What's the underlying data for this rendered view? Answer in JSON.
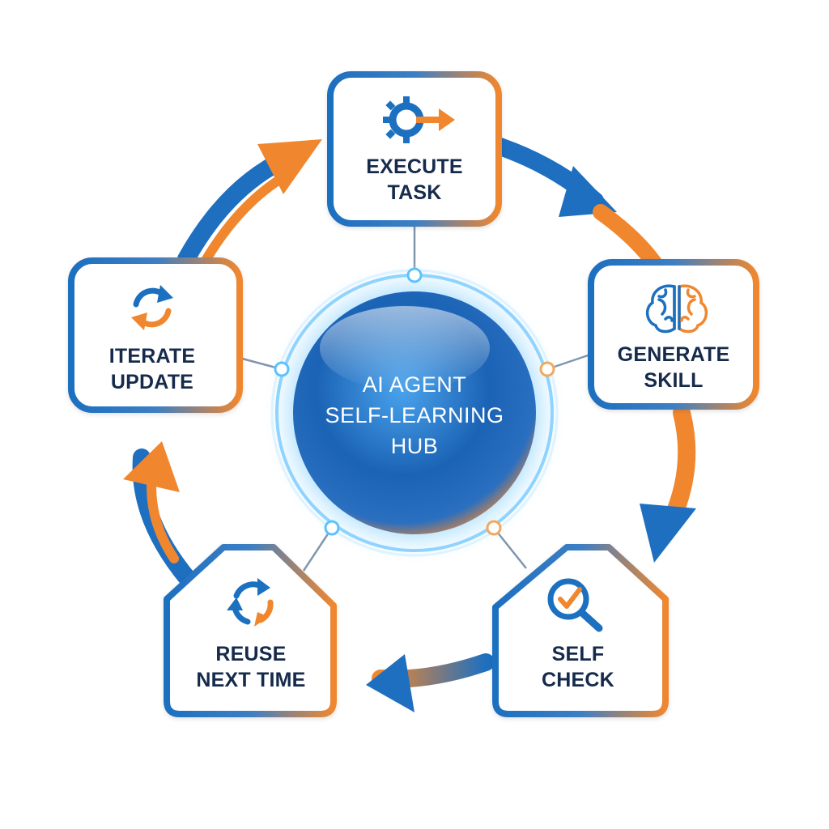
{
  "hub": {
    "lines": [
      "AI AGENT",
      "SELF-LEARNING",
      "HUB"
    ]
  },
  "nodes": [
    {
      "id": "execute-task",
      "lines": [
        "EXECUTE",
        "TASK"
      ],
      "icon": "gear-arrow-icon"
    },
    {
      "id": "generate-skill",
      "lines": [
        "GENERATE",
        "SKILL"
      ],
      "icon": "brain-icon"
    },
    {
      "id": "self-check",
      "lines": [
        "SELF",
        "CHECK"
      ],
      "icon": "magnifier-check-icon"
    },
    {
      "id": "reuse-next-time",
      "lines": [
        "REUSE",
        "NEXT TIME"
      ],
      "icon": "recycle-arrows-icon"
    },
    {
      "id": "iterate-update",
      "lines": [
        "ITERATE",
        "UPDATE"
      ],
      "icon": "refresh-arrows-icon"
    }
  ],
  "colors": {
    "blue": "#1e6fc0",
    "dark_blue": "#0d4c8f",
    "orange": "#f0872f",
    "text": "#13294b",
    "connector": "#7f96ad",
    "hub_glow": "#5cc2ff"
  }
}
